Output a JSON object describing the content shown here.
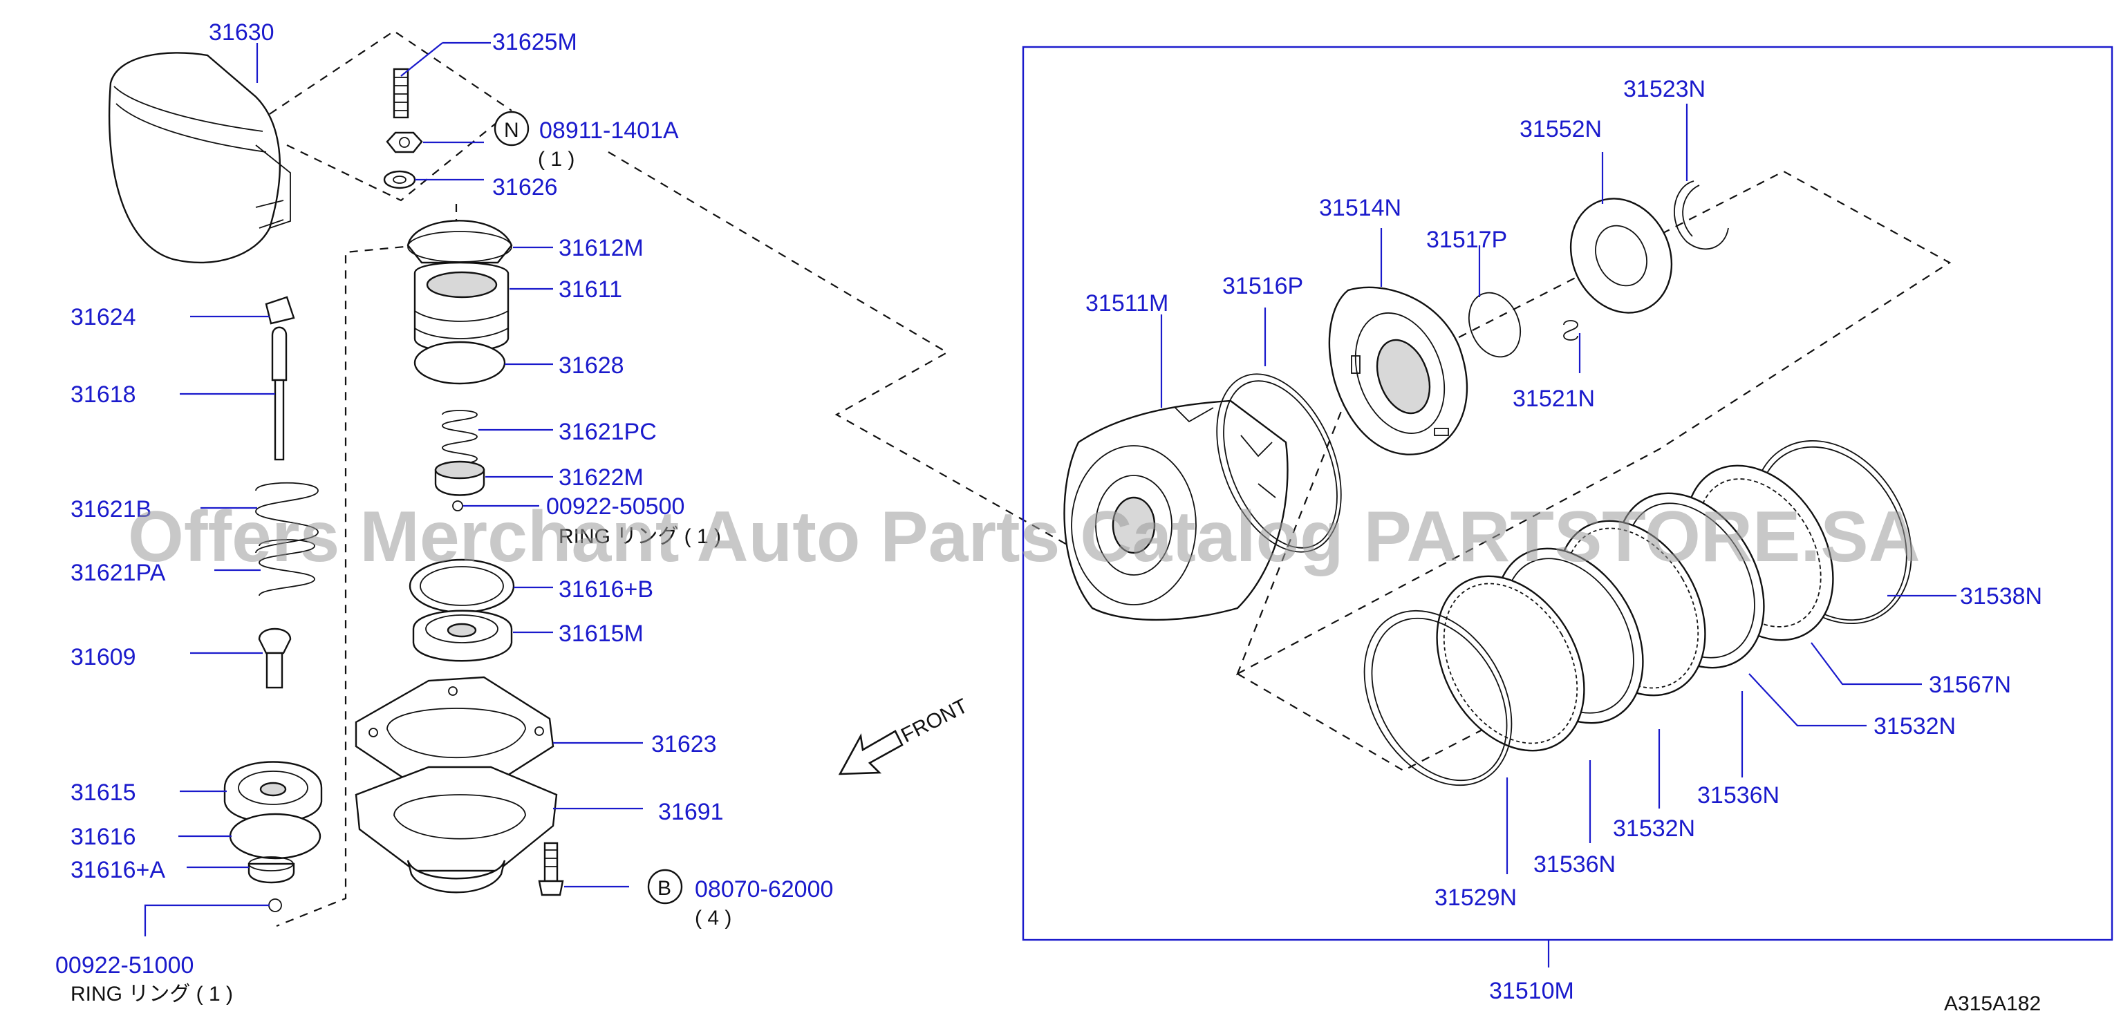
{
  "watermark": "Offers Merchant Auto Parts Catalog PARTSTORE.SA",
  "diagram_code": "A315A182",
  "front_label": "FRONT",
  "colors": {
    "label": "#1a1acc",
    "line": "#111111",
    "watermark": "#9a9a9a"
  },
  "callouts": {
    "p31630": "31630",
    "p31625M": "31625M",
    "p08911": "08911-1401A",
    "p08911_qty": "( 1 )",
    "p31626": "31626",
    "p31612M": "31612M",
    "p31611": "31611",
    "p31628": "31628",
    "p31624": "31624",
    "p31618": "31618",
    "p31621PC": "31621PC",
    "p31622M": "31622M",
    "p31621B": "31621B",
    "p00922_50500": "00922-50500",
    "p00922_50500_desc": "RING リング ( 1 )",
    "p31621PA": "31621PA",
    "p31616B": "31616+B",
    "p31615M": "31615M",
    "p31609": "31609",
    "p31623": "31623",
    "p31615": "31615",
    "p31691": "31691",
    "p31616": "31616",
    "p31616A": "31616+A",
    "p08070": "08070-62000",
    "p08070_qty": "( 4 )",
    "p00922_51000": "00922-51000",
    "p00922_51000_desc": "RING リング ( 1 )",
    "p31523N": "31523N",
    "p31552N": "31552N",
    "p31514N": "31514N",
    "p31517P": "31517P",
    "p31511M": "31511M",
    "p31516P": "31516P",
    "p31521N": "31521N",
    "p31538N": "31538N",
    "p31567N": "31567N",
    "p31532N_a": "31532N",
    "p31536N_a": "31536N",
    "p31532N_b": "31532N",
    "p31536N_b": "31536N",
    "p31529N": "31529N",
    "p31510M": "31510M"
  },
  "circle_badges": {
    "n": "N",
    "b": "B"
  }
}
